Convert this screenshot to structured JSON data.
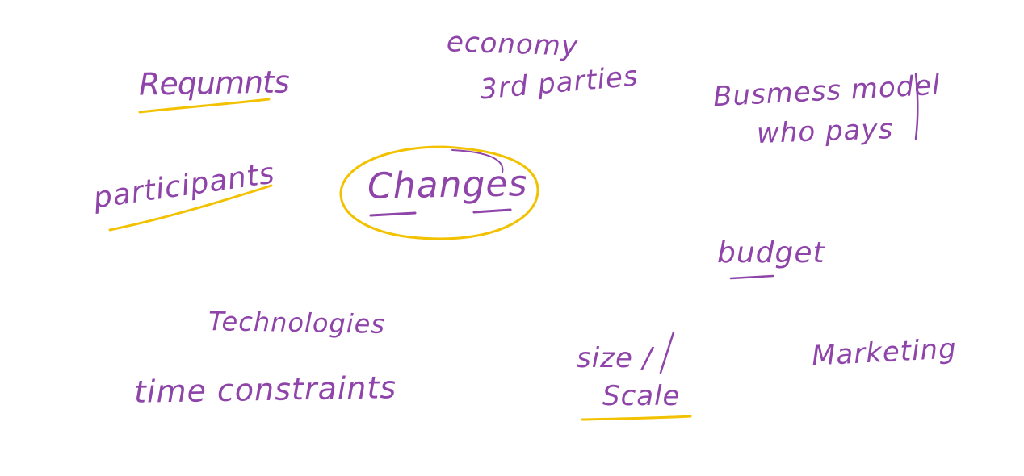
{
  "center": {
    "label": "Changes"
  },
  "nodes": {
    "requirements": "Requmnts",
    "participants": "participants",
    "economy": "economy",
    "third_parties": "3rd parties",
    "business_model": "Busmess model",
    "who_pays": "who pays",
    "budget": "budget",
    "technologies": "Technologies",
    "time_constraints": "time constraints",
    "size": "size /",
    "scale": "Scale",
    "marketing": "Marketing"
  },
  "colors": {
    "ink": "#8e44a8",
    "highlight": "#f2c200",
    "background": "#ffffff"
  }
}
